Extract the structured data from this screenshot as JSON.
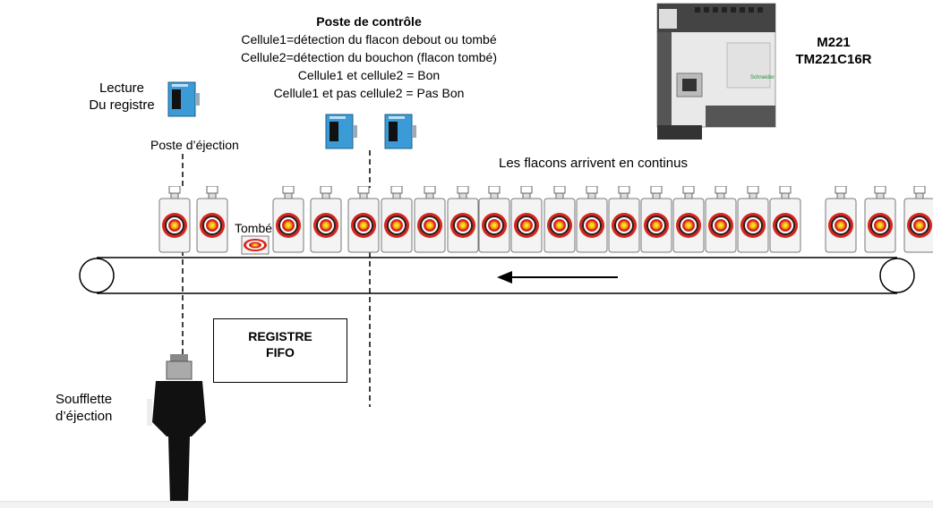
{
  "control_station": {
    "title": "Poste de contrôle",
    "lines": [
      "Cellule1=détection du flacon debout ou tombé",
      "Cellule2=détection du bouchon (flacon tombé)",
      "Cellule1 et cellule2 = Bon",
      "Cellule1 et pas cellule2 = Pas Bon"
    ]
  },
  "plc": {
    "model_line1": "M221",
    "model_line2": "TM221C16R"
  },
  "read_register": {
    "line1": "Lecture",
    "line2": "Du registre"
  },
  "ejection_station": "Poste d’éjection",
  "flow_label": "Les flacons arrivent en continus",
  "fallen_label": "Tombé",
  "register_box": {
    "line1": "REGISTRE",
    "line2": "FIFO"
  },
  "blower": {
    "line1": "Soufflette",
    "line2": "d’éjection"
  },
  "conveyor": {
    "direction": "right-to-left",
    "bottle_count_upright": 21,
    "bottle_count_fallen": 1
  },
  "colors": {
    "sensor_blue": "#3a9bd6",
    "target_red": "#d9251c",
    "target_orange": "#f29a1f",
    "target_yellow": "#f7e01d",
    "plc_gray": "#e9e9e9"
  }
}
